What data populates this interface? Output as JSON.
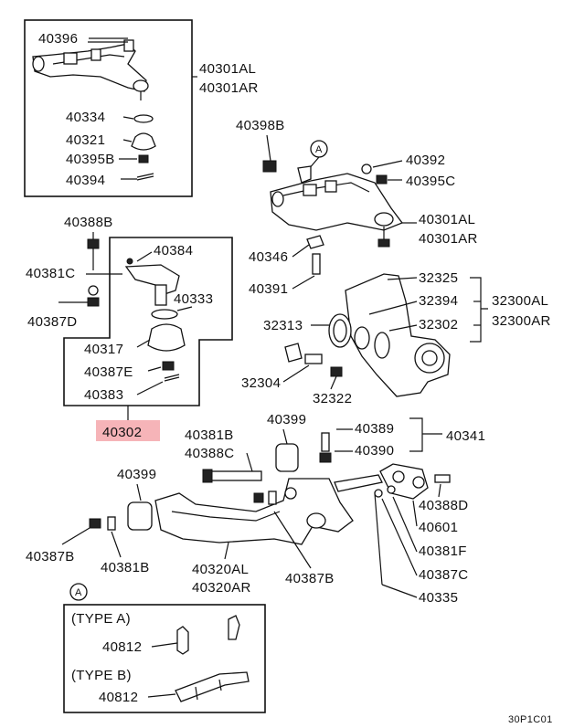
{
  "labels": {
    "p40396": "40396",
    "p40301a": "40301AL",
    "p40301b": "40301AR",
    "p40334": "40334",
    "p40321": "40321",
    "p40395b": "40395B",
    "p40394": "40394",
    "p40398b": "40398B",
    "calloutA_top": "A",
    "p40392": "40392",
    "p40395c": "40395C",
    "p40301c": "40301AL",
    "p40301d": "40301AR",
    "p40346": "40346",
    "p40391": "40391",
    "p40388b": "40388B",
    "p40384": "40384",
    "p40381c": "40381C",
    "p40333": "40333",
    "p40387d": "40387D",
    "p40317": "40317",
    "p40387e": "40387E",
    "p40383": "40383",
    "p40302": "40302",
    "p32325": "32325",
    "p32394": "32394",
    "p32302": "32302",
    "p32300al": "32300AL",
    "p32300ar": "32300AR",
    "p32313": "32313",
    "p32304": "32304",
    "p32322": "32322",
    "p40381b": "40381B",
    "p40388c": "40388C",
    "p40399a": "40399",
    "p40389": "40389",
    "p40341": "40341",
    "p40390": "40390",
    "p40399b": "40399",
    "p40388d": "40388D",
    "p40601": "40601",
    "p40381f": "40381F",
    "p40387c": "40387C",
    "p40335": "40335",
    "p40387b_left": "40387B",
    "p40381b_lower": "40381B",
    "p40320al": "40320AL",
    "p40320ar": "40320AR",
    "p40387b_mid": "40387B",
    "calloutA_bottom": "A",
    "typeA": "(TYPE A)",
    "p40812a": "40812",
    "typeB": "(TYPE B)",
    "p40812b": "40812",
    "figcode": "30P1C01"
  },
  "highlight_color": "#f6b4b8"
}
